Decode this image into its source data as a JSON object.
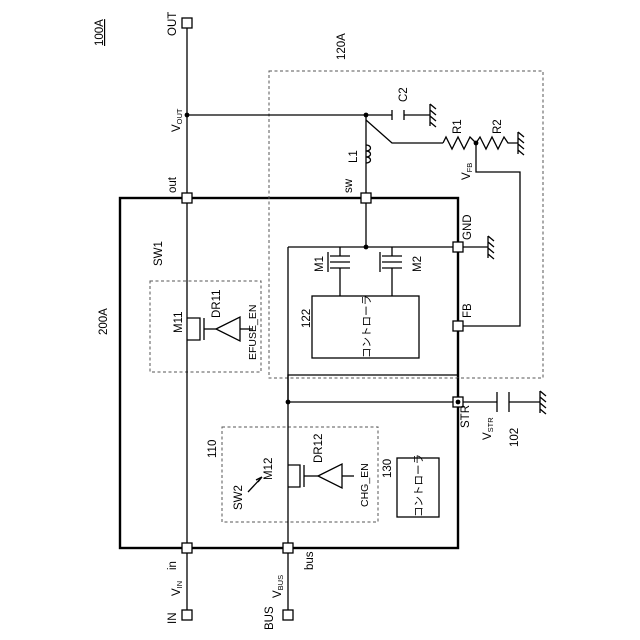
{
  "figure_label": "100A",
  "ports": {
    "out": "OUT",
    "in": "IN",
    "bus": "BUS"
  },
  "nets": {
    "vout": "V",
    "vout_sub": "OUT",
    "vin": "V",
    "vin_sub": "IN",
    "vbus": "V",
    "vbus_sub": "BUS",
    "vfb": "V",
    "vfb_sub": "FB",
    "vstr": "V",
    "vstr_sub": "STR"
  },
  "chip": {
    "ref": "200A",
    "pins": {
      "out": "out",
      "sw": "sw",
      "gnd": "GND",
      "fb": "FB",
      "str": "STR",
      "in": "in",
      "bus": "bus"
    }
  },
  "converter": {
    "ref": "120A",
    "controller_ref": "122",
    "controller_label": "コントローラ",
    "transistors": [
      "M1",
      "M2"
    ]
  },
  "components": {
    "c2": "C2",
    "r1": "R1",
    "r2": "R2",
    "l1": "L1",
    "str_cap": "102"
  },
  "sw1": {
    "ref": "SW1",
    "transistor": "M11",
    "driver": "DR11",
    "enable": "EFUSE_EN"
  },
  "block110": {
    "ref": "110",
    "switch": "SW2",
    "transistor": "M12",
    "driver": "DR12",
    "enable": "CHG_EN",
    "controller_ref": "130",
    "controller_label": "コントローラ"
  }
}
